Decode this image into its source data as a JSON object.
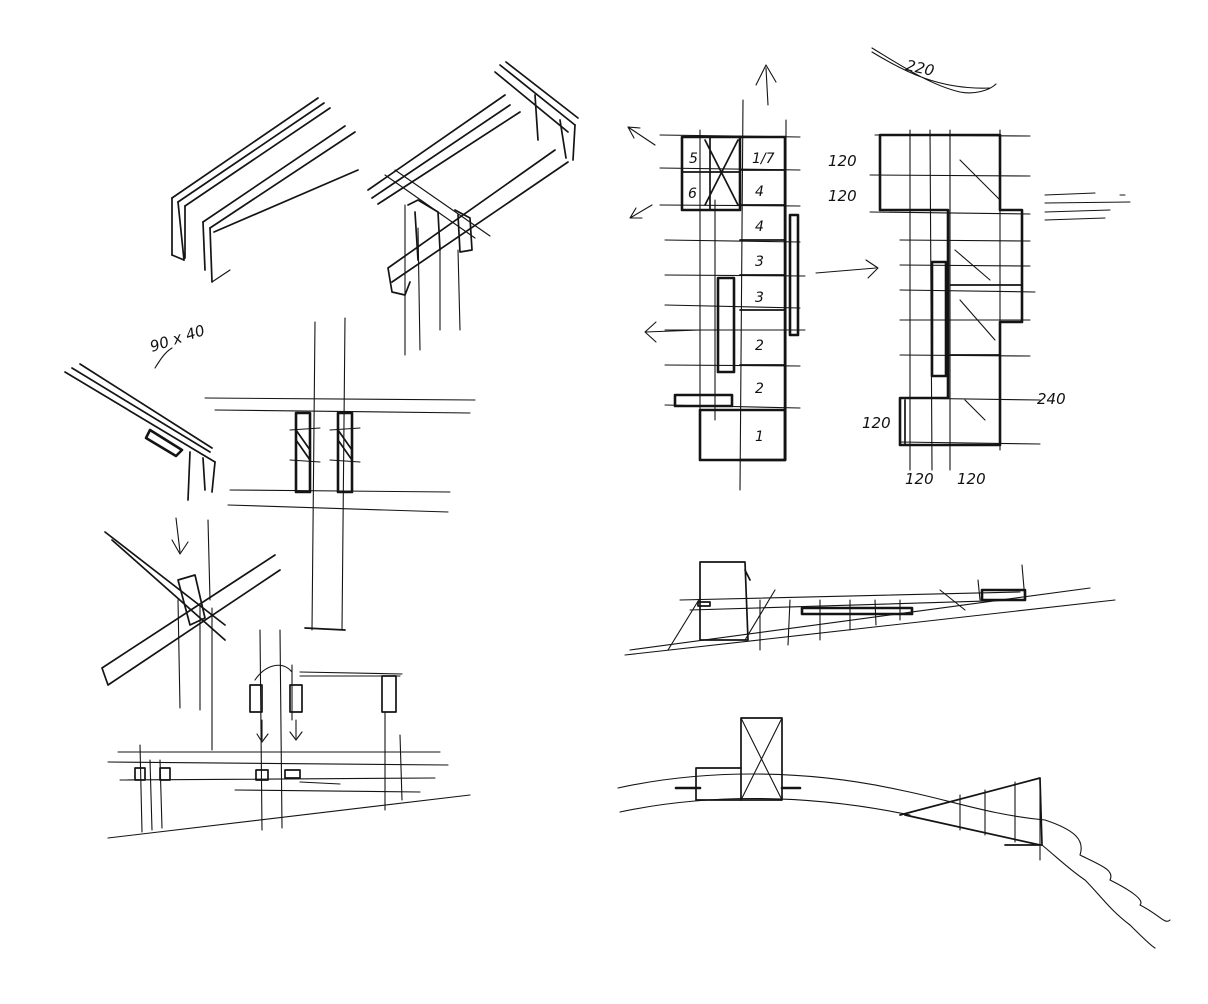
{
  "sketch": {
    "beam_section_label": "90 x 40",
    "plan_rooms": {
      "r5": "5",
      "r6": "6",
      "r17": "1/7",
      "r4a": "4",
      "r4b": "4",
      "r3a": "3",
      "r3b": "3",
      "r2a": "2",
      "r2b": "2",
      "r1": "1"
    },
    "dimensions": {
      "top": "220",
      "row1": "120",
      "row2": "120",
      "bottom_left_row": "120",
      "right_side": "240",
      "bottom_a": "120",
      "bottom_b": "120"
    }
  }
}
